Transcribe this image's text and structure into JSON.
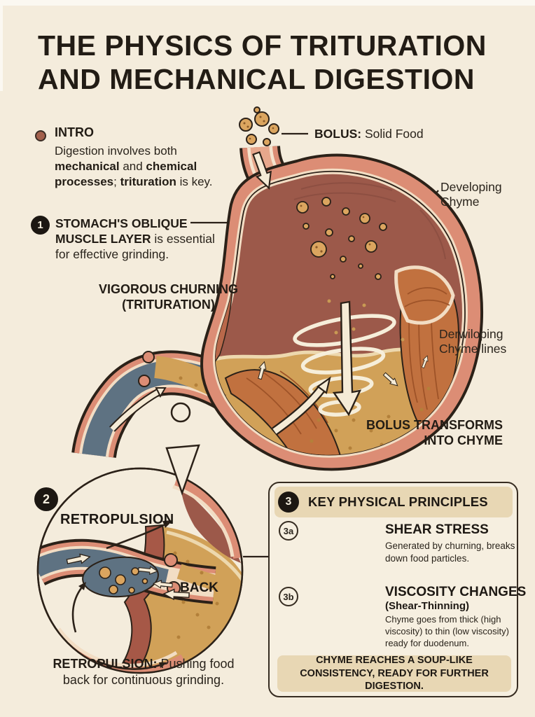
{
  "title": {
    "line1": "THE PHYSICS OF TRITURATION",
    "line2": "AND MECHANICAL DIGESTION"
  },
  "intro": {
    "heading": "INTRO",
    "parts": [
      "Digestion involves both ",
      "mechanical",
      " and ",
      "chemical",
      " ",
      "processes",
      "; ",
      "trituration",
      " is key."
    ]
  },
  "callouts": {
    "bolus": {
      "bold": "BOLUS:",
      "rest": " Solid Food"
    },
    "developing_chyme": {
      "line1": "Developing",
      "line2": "Chyme"
    },
    "oblique": {
      "num": "1",
      "bold": "STOMACH'S OBLIQUE MUSCLE LAYER",
      "rest": " is essential for effective grinding."
    },
    "churning": {
      "line1": "VIGOROUS CHURNING",
      "line2": "(TRITURATION)"
    },
    "chyme_lines": {
      "line1": "Derwiloping",
      "line2": "Chyme lines"
    },
    "transforms": {
      "line1": "BOLUS TRANSFORMS",
      "line2": "INTO CHYME"
    }
  },
  "inset": {
    "num": "2",
    "title": "RETROPULSION",
    "back_label": "BACK",
    "caption_bold": "RETROPULSION:",
    "caption_rest": " Pushing food back for continuous grinding."
  },
  "principles": {
    "num": "3",
    "title": "KEY PHYSICAL PRINCIPLES",
    "shear": {
      "badge": "3a",
      "title": "SHEAR STRESS",
      "desc": "Generated by churning, breaks down food particles."
    },
    "viscosity": {
      "badge": "3b",
      "title": "VISCOSITY CHANGES",
      "subtitle": "(Shear-Thinning)",
      "desc": "Chyme goes from thick (high viscosity) to thin (low viscosity) ready for duodenum."
    },
    "banner": "CHYME REACHES A SOUP-LIKE CONSISTENCY, READY FOR FURTHER DIGESTION."
  },
  "colors": {
    "background": "#f4ecdc",
    "outline": "#2b2118",
    "stomach_wall": "#dc8d75",
    "stomach_interior": "#9c594a",
    "chyme": "#d1a158",
    "muscle": "#c1713f",
    "duodenum": "#5e7282",
    "panel_band": "#e8d7b4",
    "intro_bullet": "#a3604c"
  }
}
